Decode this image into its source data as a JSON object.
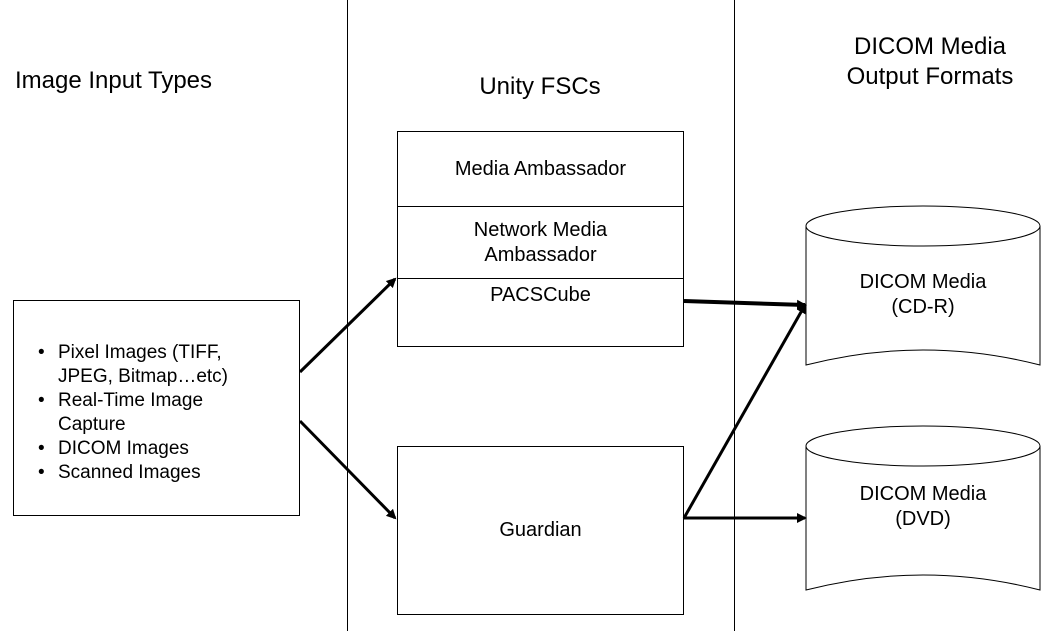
{
  "headings": {
    "inputs": "Image Input Types",
    "fscs": "Unity FSCs",
    "outputs_line1": "DICOM Media",
    "outputs_line2": "Output Formats"
  },
  "input_box": {
    "items": [
      [
        "Pixel Images (TIFF,",
        "JPEG, Bitmap…etc)"
      ],
      [
        "Real-Time Image",
        "Capture"
      ],
      [
        "DICOM Images"
      ],
      [
        "Scanned Images"
      ]
    ]
  },
  "fsc_stack": {
    "media_ambassador": "Media Ambassador",
    "network_line1": "Network Media",
    "network_line2": "Ambassador",
    "pacscube": "PACSCube"
  },
  "guardian": "Guardian",
  "outputs": [
    {
      "line1": "DICOM Media",
      "line2": "(CD-R)"
    },
    {
      "line1": "DICOM Media",
      "line2": "(DVD)"
    }
  ]
}
